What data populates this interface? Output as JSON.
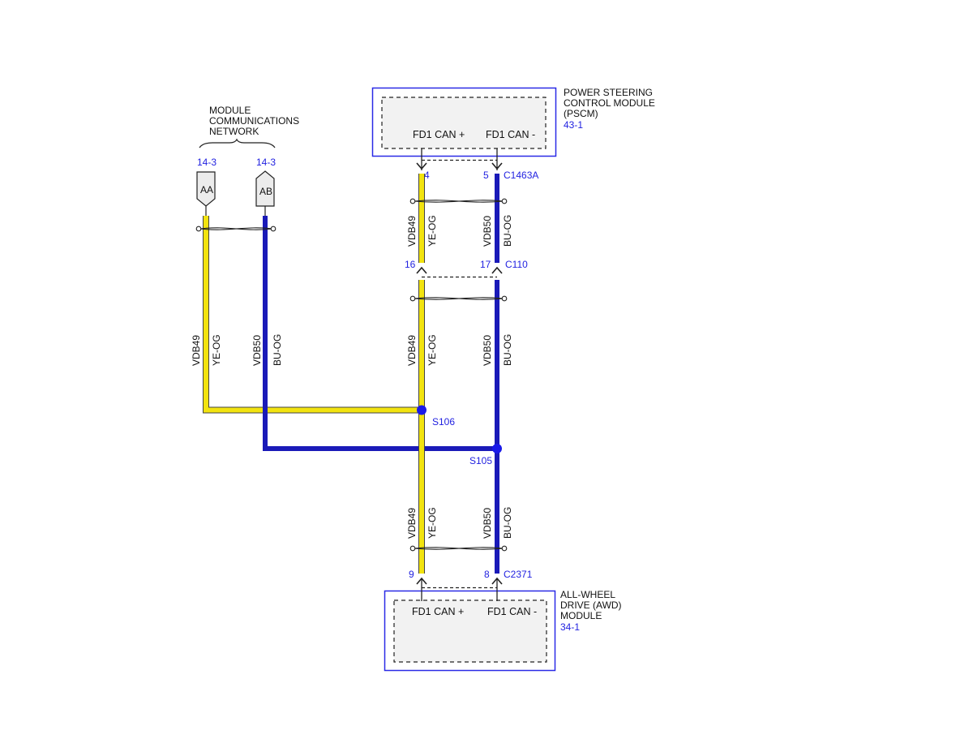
{
  "colors": {
    "yellow_wire": "#f2e30f",
    "blue_wire": "#1a1ab8",
    "module_outline": "#2a2ae6",
    "module_fill": "#f2f2f2",
    "ref_text": "#1f1fe0",
    "splice": "#1a1ae8"
  },
  "network": {
    "title_lines": [
      "MODULE",
      "COMMUNICATIONS",
      "NETWORK"
    ],
    "connectors": [
      {
        "ref": "14-3",
        "id": "AA"
      },
      {
        "ref": "14-3",
        "id": "AB"
      }
    ]
  },
  "pscm": {
    "name_lines": [
      "POWER STEERING",
      "CONTROL MODULE",
      "(PSCM)"
    ],
    "ref": "43-1",
    "pins": [
      "FD1 CAN +",
      "FD1 CAN -"
    ],
    "connector": {
      "id": "C1463A",
      "pins": [
        "4",
        "5"
      ]
    }
  },
  "inline_connector": {
    "id": "C110",
    "pins": [
      "16",
      "17"
    ]
  },
  "awd": {
    "name_lines": [
      "ALL-WHEEL",
      "DRIVE (AWD)",
      "MODULE"
    ],
    "ref": "34-1",
    "pins": [
      "FD1 CAN +",
      "FD1 CAN -"
    ],
    "connector": {
      "id": "C2371",
      "pins": [
        "9",
        "8"
      ]
    }
  },
  "splices": [
    "S106",
    "S105"
  ],
  "circuits": {
    "plus": {
      "circuit": "VDB49",
      "color": "YE-OG"
    },
    "minus": {
      "circuit": "VDB50",
      "color": "BU-OG"
    }
  }
}
